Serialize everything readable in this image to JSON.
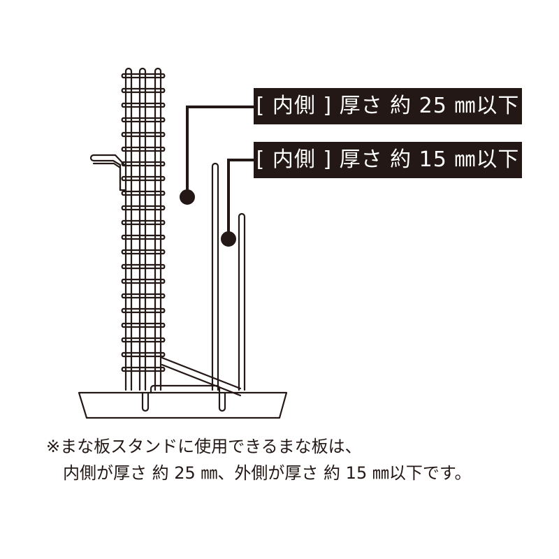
{
  "colors": {
    "ink": "#231815",
    "background": "#ffffff",
    "label_text": "#ffffff"
  },
  "callouts": [
    {
      "id": "inner-25",
      "label": "[ 内側 ] 厚さ 約 25 ㎜以下",
      "points_to": "inner slot (between rack and front frame)"
    },
    {
      "id": "inner-15",
      "label": "[ 内側 ] 厚さ 約 15 ㎜以下",
      "points_to": "outer slot (between front frames)"
    }
  ],
  "note": {
    "line1": "※まな板スタンドに使用できるまな板は、",
    "line2": "内側が厚さ 約 25 ㎜、外側が厚さ 約 15 ㎜以下です。"
  },
  "illustration": {
    "subject": "cutting board stand (side view)",
    "parts": [
      "wire-rack",
      "hook",
      "front-frame-tall",
      "front-frame-short",
      "diagonal-brace",
      "base-tray"
    ]
  }
}
